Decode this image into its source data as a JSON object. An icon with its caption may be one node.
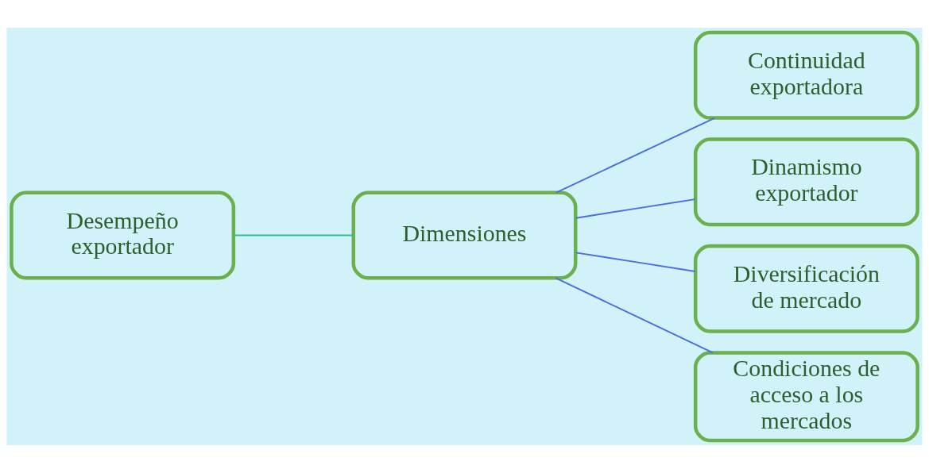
{
  "diagram": {
    "nodes": [
      {
        "text": [
          "Desempeño exportador"
        ]
      },
      {
        "text": [
          "Dimensiones"
        ]
      },
      {
        "text": [
          "Continuidad exportadora"
        ]
      },
      {
        "text": [
          "Dinamismo exportador"
        ]
      },
      {
        "text": [
          "Diversificación de mercado"
        ]
      },
      {
        "text": [
          "Condiciones de acceso a los mercados"
        ]
      }
    ],
    "edges": [
      {
        "from": 0,
        "to": 1,
        "arrow": "none",
        "color": "#2fbf8f"
      },
      {
        "from": 1,
        "to": 2,
        "arrow": "none"
      },
      {
        "from": 1,
        "to": 3,
        "arrow": "none"
      },
      {
        "from": 1,
        "to": 4,
        "arrow": "none"
      },
      {
        "from": 1,
        "to": 5,
        "arrow": "none"
      }
    ]
  }
}
